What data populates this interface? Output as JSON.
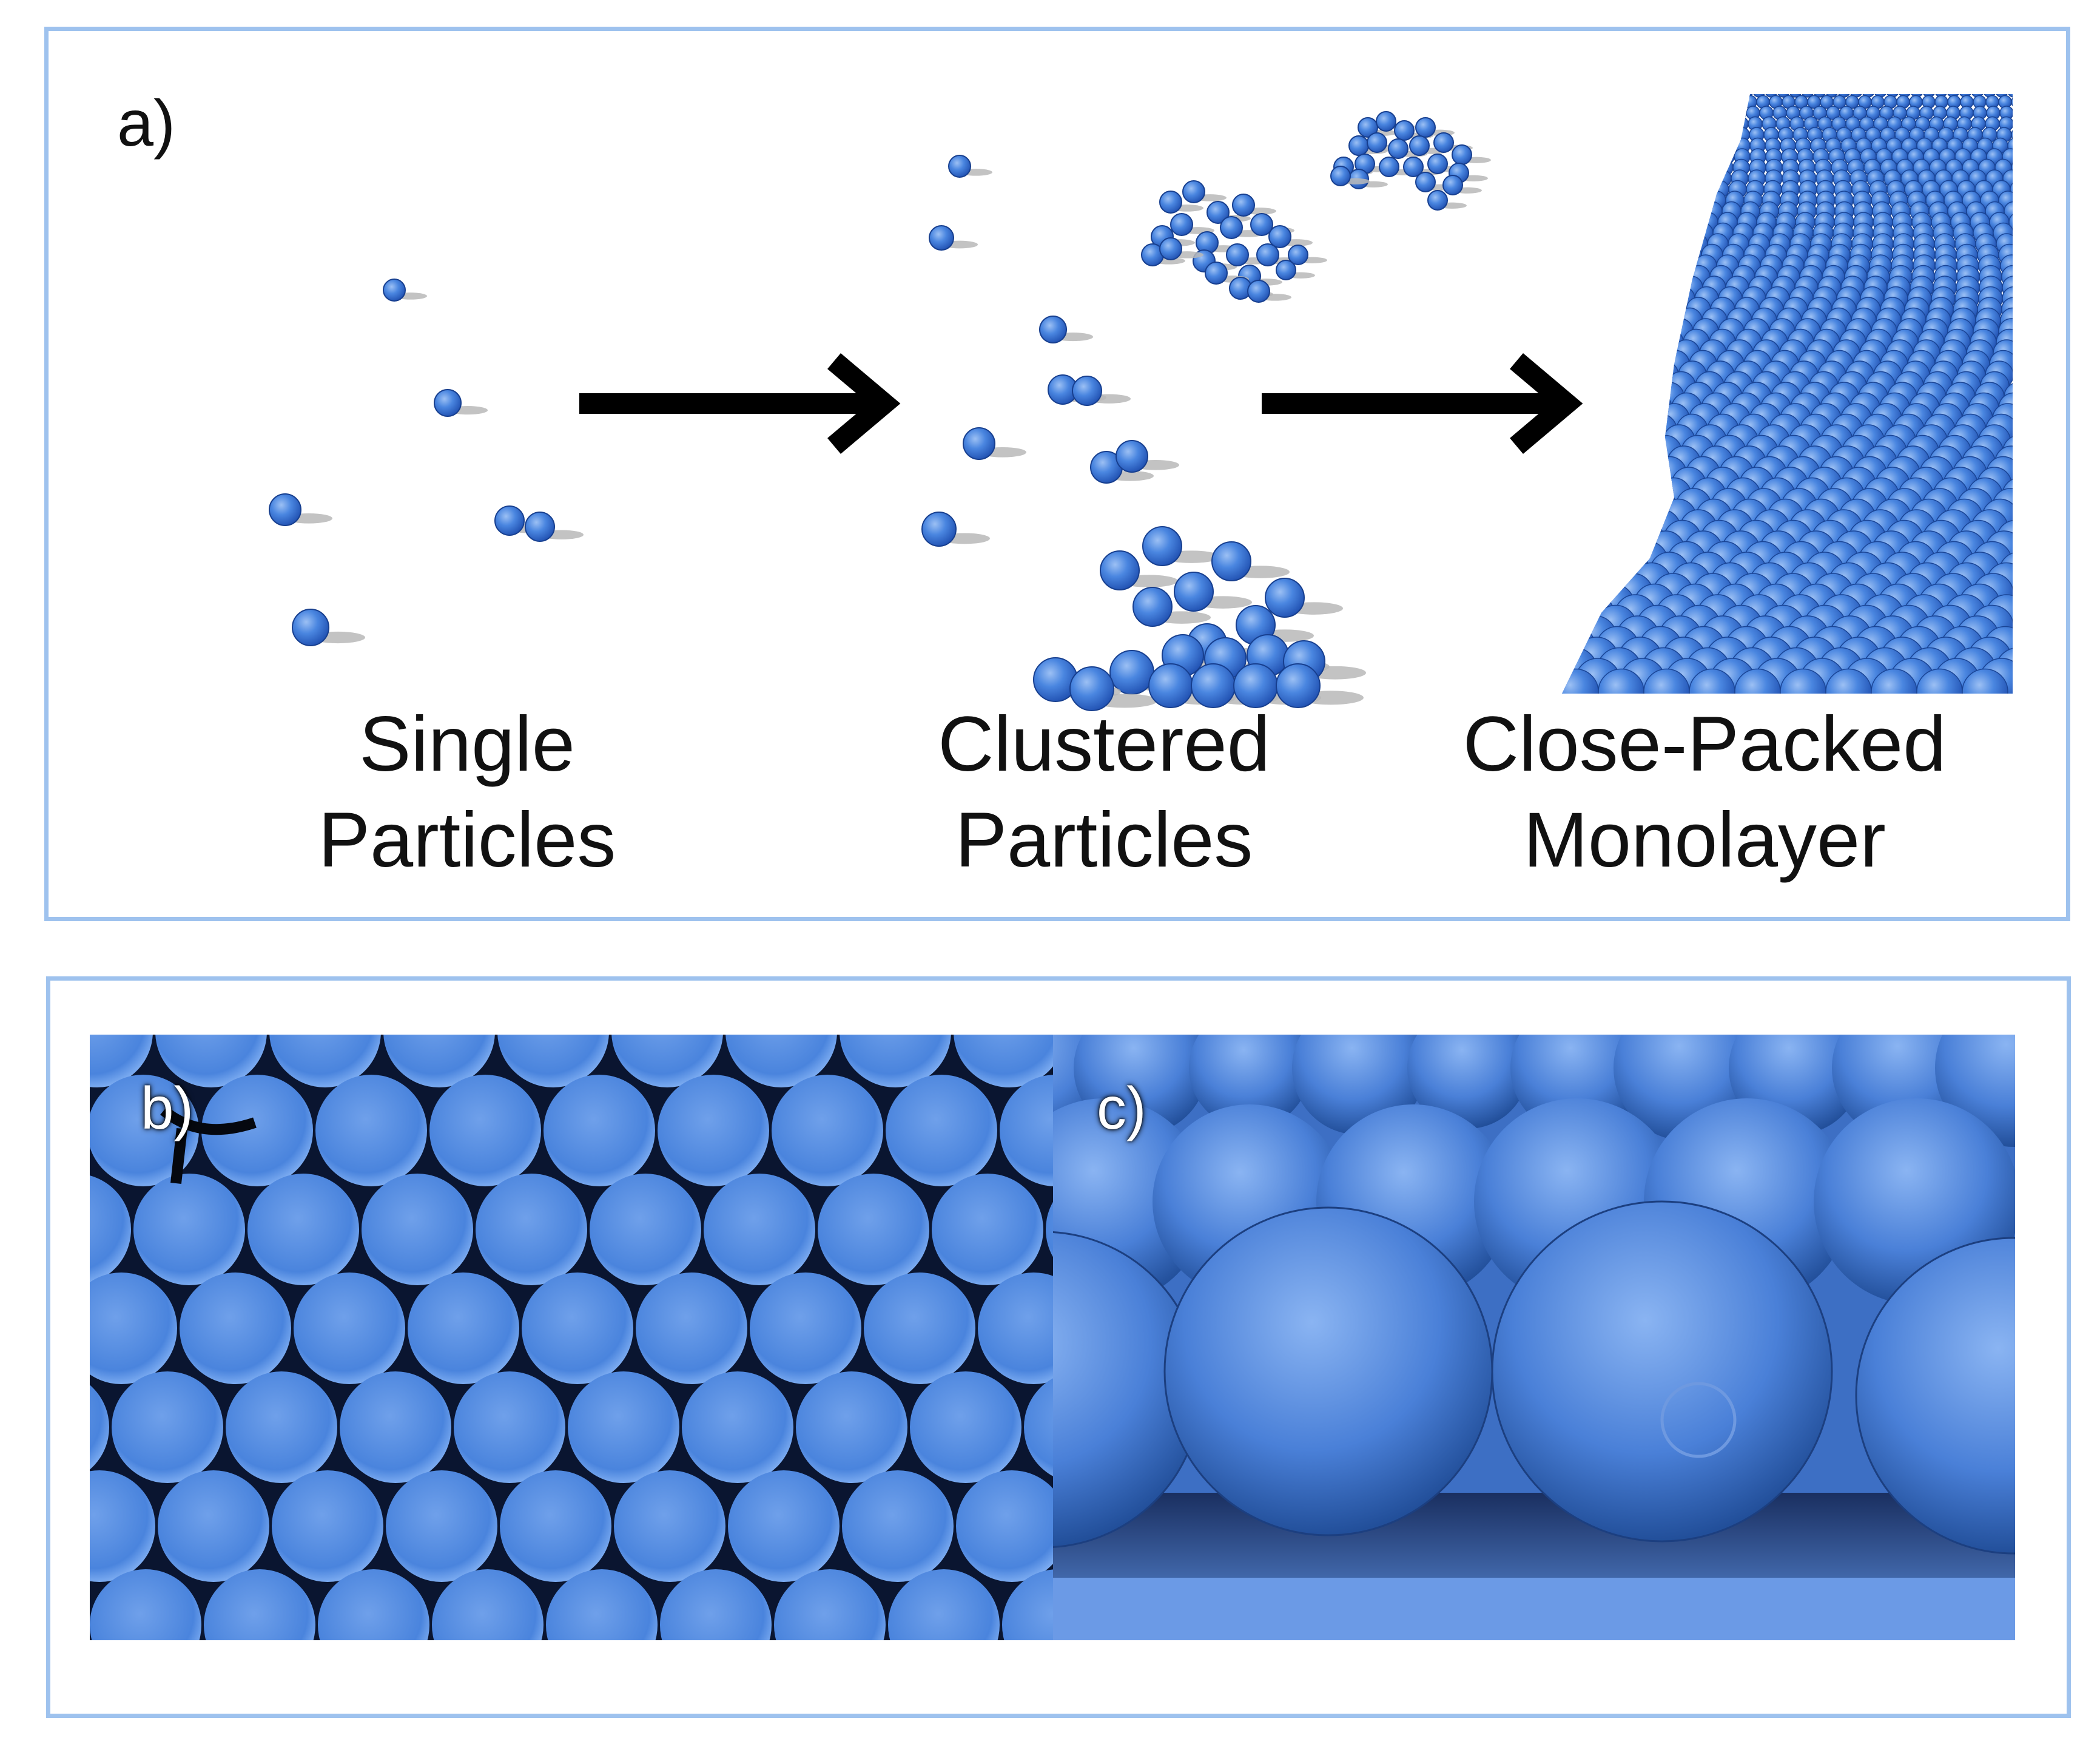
{
  "panel_a": {
    "label": "a)",
    "stages": [
      {
        "line1": "Single",
        "line2": "Particles"
      },
      {
        "line1": "Clustered",
        "line2": "Particles"
      },
      {
        "line1": "Close-Packed",
        "line2": "Monolayer"
      }
    ]
  },
  "panel_b": {
    "label": "b)"
  },
  "panel_c": {
    "label": "c)"
  },
  "colors": {
    "sphere": "#4a86e0",
    "sphere_dark": "#1f4fb0",
    "frame": "#9ec2ee",
    "shadow": "#b8b8b8",
    "arrow": "#000000"
  }
}
